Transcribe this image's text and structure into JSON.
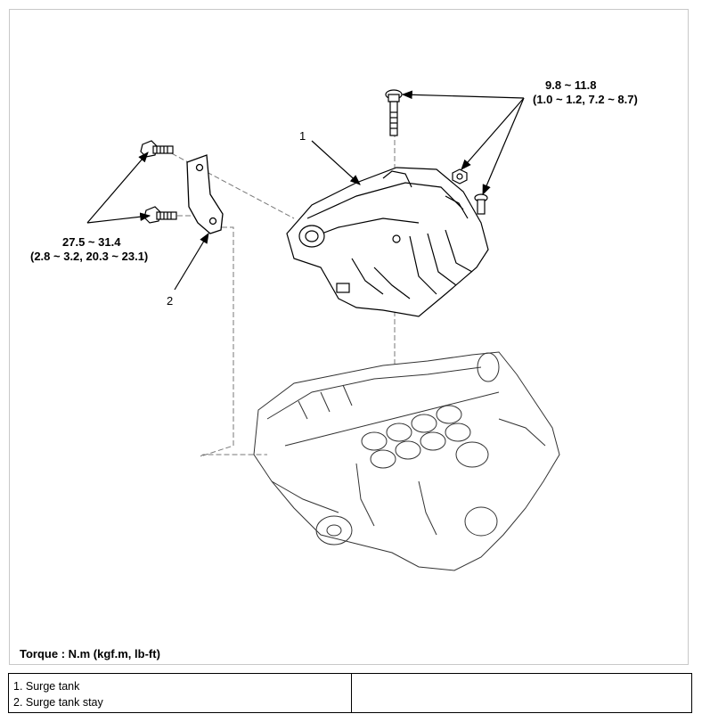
{
  "callouts": {
    "part1_number": "1",
    "part2_number": "2",
    "torque_top_line1": "9.8 ~ 11.8",
    "torque_top_line2": "(1.0 ~ 1.2, 7.2 ~ 8.7)",
    "torque_left_line1": "27.5 ~ 31.4",
    "torque_left_line2": "(2.8 ~ 3.2, 20.3 ~ 23.1)"
  },
  "torque_unit_note": "Torque : N.m (kgf.m, lb-ft)",
  "legend": {
    "items": [
      "1. Surge tank",
      "2. Surge tank stay"
    ]
  },
  "icons": [
    "bolt-icon",
    "nut-icon",
    "bracket-icon",
    "surge-tank-icon",
    "engine-block-icon"
  ]
}
